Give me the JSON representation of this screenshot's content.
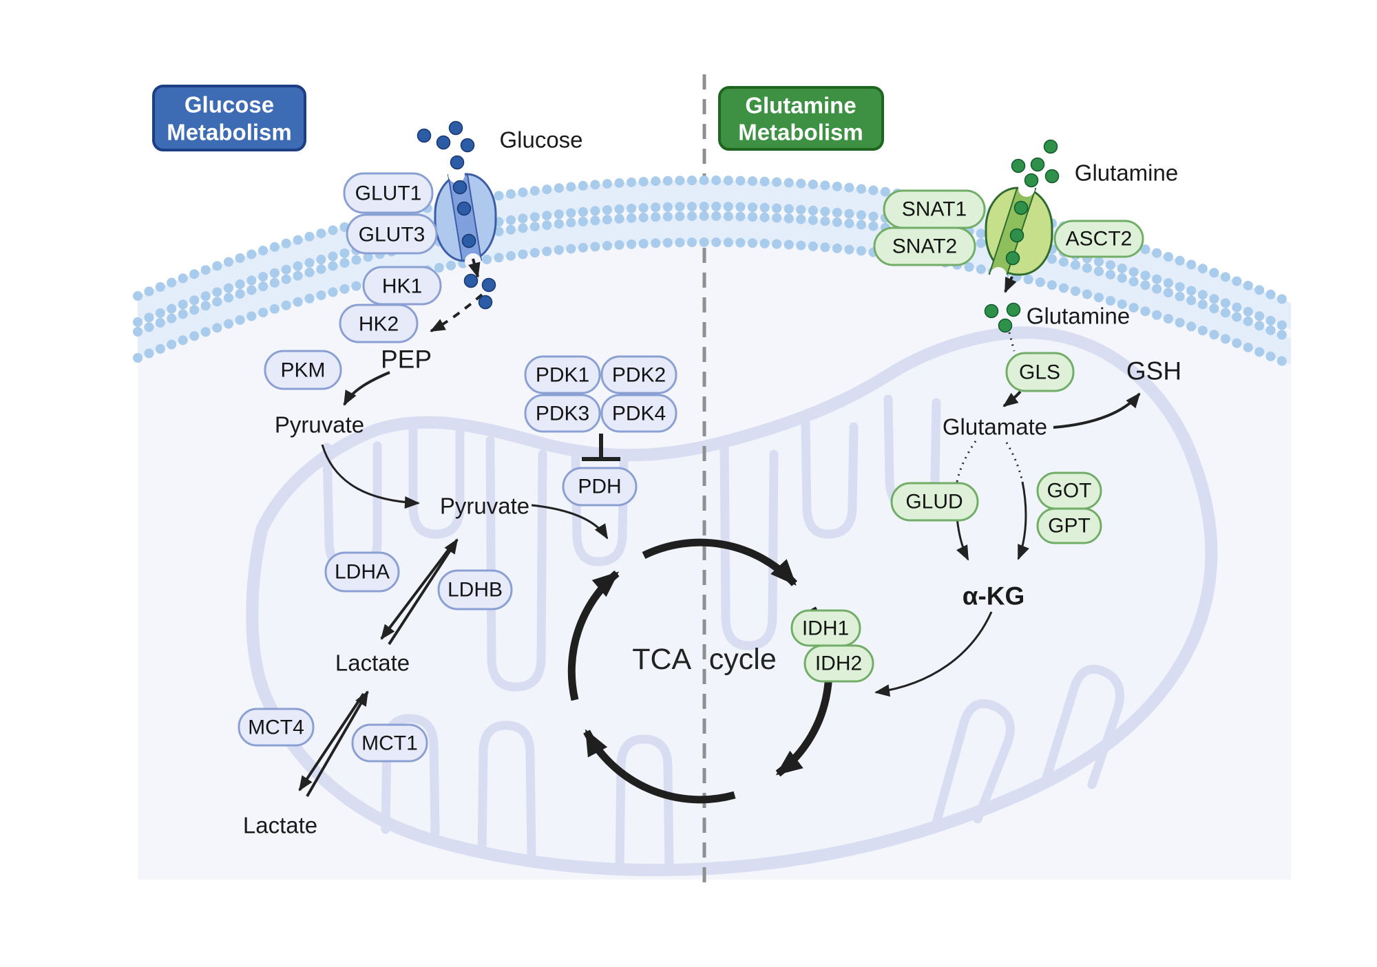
{
  "headers": {
    "glucose": {
      "line1": "Glucose",
      "line2": "Metabolism",
      "fill": "#3d6cb4",
      "border": "#1b3e85"
    },
    "glutamine": {
      "line1": "Glutamine",
      "line2": "Metabolism",
      "fill": "#3e9142",
      "border": "#1e661f"
    }
  },
  "metabolites": {
    "glucose": "Glucose",
    "glutamine_extracellular": "Glutamine",
    "glutamine_intracellular": "Glutamine",
    "pep": "PEP",
    "pyruvate_cytosol": "Pyruvate",
    "pyruvate_mito": "Pyruvate",
    "lactate_intracellular": "Lactate",
    "lactate_extracellular": "Lactate",
    "glutamate": "Glutamate",
    "gsh": "GSH",
    "akg": "α-KG",
    "tca_cycle": "TCA cycle"
  },
  "enzymes": {
    "glut1": "GLUT1",
    "glut3": "GLUT3",
    "hk1": "HK1",
    "hk2": "HK2",
    "pkm": "PKM",
    "pdk1": "PDK1",
    "pdk2": "PDK2",
    "pdk3": "PDK3",
    "pdk4": "PDK4",
    "pdh": "PDH",
    "ldha": "LDHA",
    "ldhb": "LDHB",
    "mct4": "MCT4",
    "mct1": "MCT1",
    "snat1": "SNAT1",
    "snat2": "SNAT2",
    "asct2": "ASCT2",
    "gls": "GLS",
    "glud": "GLUD",
    "got": "GOT",
    "gpt": "GPT",
    "idh1": "IDH1",
    "idh2": "IDH2"
  },
  "colors": {
    "cell_interior": "#f4f6fc",
    "membrane_heads": "#a9cbec",
    "membrane_tails_band": "#e4eefa",
    "mitochondria_outline": "#d8ddf1",
    "mitochondria_fill": "#f2f4fb",
    "blue_pill_fill": "#e7ebf9",
    "blue_pill_border": "#8ba0d2",
    "green_pill_fill": "#def1d8",
    "green_pill_border": "#72ad68",
    "glucose_transporter_body": "#afc8ed",
    "glucose_transporter_channel": "#7f9fdd",
    "glutamine_transporter_body": "#c6df8b",
    "glutamine_transporter_channel": "#8fbf5c",
    "glucose_molecule": "#2d5ca6",
    "glutamine_molecule": "#2e9049",
    "divider": "#8f8f8f",
    "arrow": "#222222"
  }
}
